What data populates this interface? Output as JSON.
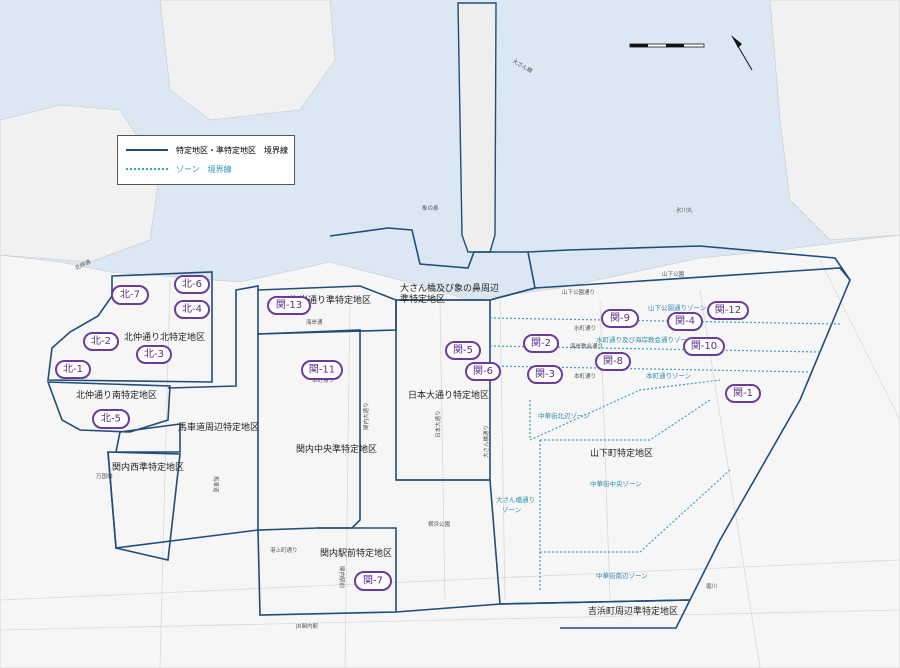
{
  "legend": {
    "boundary_label": "特定地区・準特定地区　境界線",
    "zone_label": "ゾーン　境界線"
  },
  "colors": {
    "water": "#dbe8f4",
    "land": "#f6f6f6",
    "boundary": "#1f4e79",
    "zone": "#3aa0c8",
    "badge": "#6b3a9a"
  },
  "districts": [
    {
      "name": "北仲通り北特定地区"
    },
    {
      "name": "北仲通り南特定地区"
    },
    {
      "name": "馬車道周辺特定地区"
    },
    {
      "name": "関内西準特定地区"
    },
    {
      "name": "海岸通り準特定地区"
    },
    {
      "name": "関内中央準特定地区"
    },
    {
      "name": "関内駅前特定地区"
    },
    {
      "name": "大さん橋及び象の鼻周辺"
    },
    {
      "name": "準特定地区"
    },
    {
      "name": "日本大通り特定地区"
    },
    {
      "name": "山下町特定地区"
    },
    {
      "name": "吉浜町周辺準特定地区"
    }
  ],
  "zones": [
    {
      "name": "山下公園通りゾーン"
    },
    {
      "name": "水町通り及び海岸教会通りゾーン"
    },
    {
      "name": "本町通りゾーン"
    },
    {
      "name": "中華街北辺ゾーン"
    },
    {
      "name": "中華街中央ゾーン"
    },
    {
      "name": "大さん橋通り"
    },
    {
      "name": "ゾーン"
    },
    {
      "name": "中華街南辺ゾーン"
    }
  ],
  "badges": [
    "北-7",
    "北-6",
    "北-4",
    "北-2",
    "北-3",
    "北-1",
    "北-5",
    "関-13",
    "関-11",
    "関-5",
    "関-6",
    "関-2",
    "関-3",
    "関-9",
    "関-8",
    "関-4",
    "関-12",
    "関-10",
    "関-1",
    "関-7"
  ],
  "places": [
    {
      "name": "大さん橋"
    },
    {
      "name": "象の鼻"
    },
    {
      "name": "氷川丸"
    },
    {
      "name": "山下公園"
    },
    {
      "name": "横浜公園"
    },
    {
      "name": "JR関内駅"
    },
    {
      "name": "海岸通"
    },
    {
      "name": "本町通り"
    },
    {
      "name": "水町通り"
    },
    {
      "name": "海岸教会通り"
    },
    {
      "name": "本町通り"
    },
    {
      "name": "港上町通り"
    },
    {
      "name": "日本大通り"
    },
    {
      "name": "大さん橋通り"
    },
    {
      "name": "馬車道"
    },
    {
      "name": "関内大通り"
    },
    {
      "name": "関内駅前"
    },
    {
      "name": "山下公園通り"
    },
    {
      "name": "北仲通"
    },
    {
      "name": "万国橋"
    },
    {
      "name": "堀川"
    }
  ]
}
